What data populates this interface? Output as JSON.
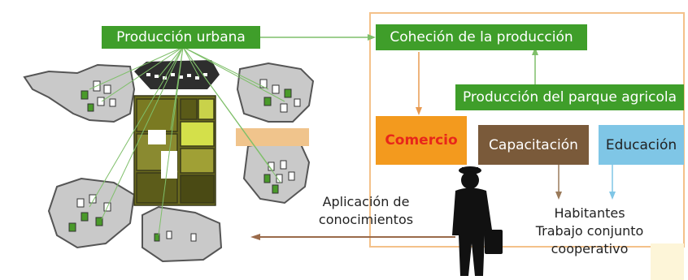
{
  "labels": {
    "produccion_urbana": "Producción urbana",
    "cohecion": "Coheción de la producción",
    "parque_agricola": "Producción del parque agricola",
    "comercio": "Comercio",
    "capacitacion": "Capacitación",
    "educacion": "Educación",
    "aplicacion_line1": "Aplicación de",
    "aplicacion_line2": "conocimientos",
    "habitantes": "Habitantes",
    "trabajo_line1": "Trabajo conjunto",
    "trabajo_line2": "cooperativo"
  },
  "colors": {
    "green": "#3f9e2a",
    "orange": "#f39a1e",
    "brown": "#7a5a3a",
    "blue": "#7fc6e6",
    "frame": "#f4c18a",
    "comercio_text": "#e8261a"
  }
}
